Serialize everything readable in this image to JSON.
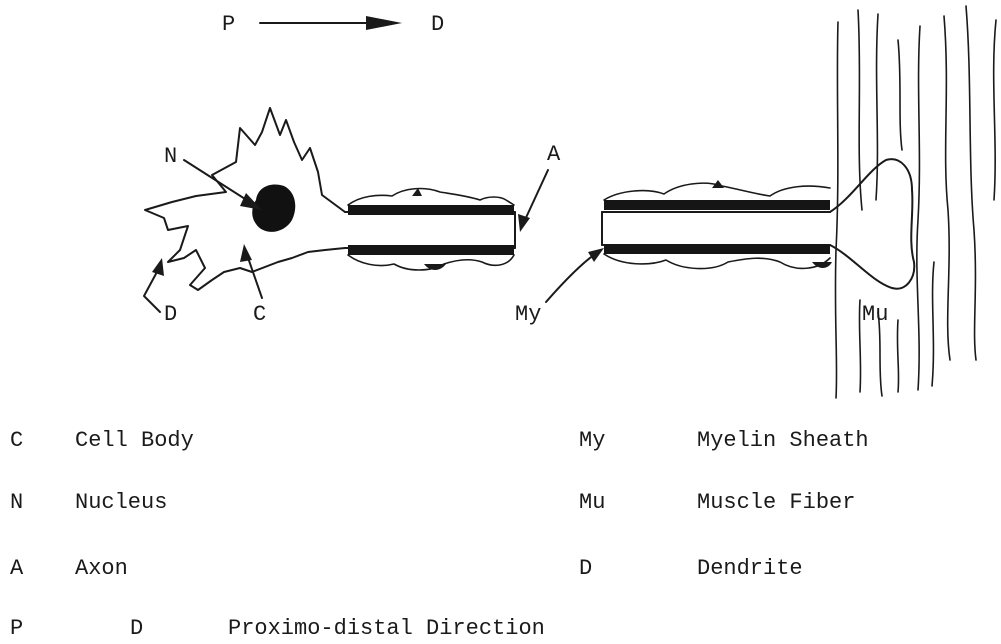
{
  "direction": {
    "from": "P",
    "to": "D"
  },
  "labels": {
    "nucleus": "N",
    "dendrite": "D",
    "cell_body": "C",
    "axon": "A",
    "myelin": "My",
    "muscle": "Mu"
  },
  "legend": [
    {
      "abbr": "C",
      "term": "Cell Body"
    },
    {
      "abbr": "My",
      "term": "Myelin Sheath"
    },
    {
      "abbr": "N",
      "term": "Nucleus"
    },
    {
      "abbr": "Mu",
      "term": "Muscle Fiber"
    },
    {
      "abbr": "A",
      "term": "Axon"
    },
    {
      "abbr": "D",
      "term": "Dendrite"
    }
  ],
  "direction_legend": {
    "from": "P",
    "to": "D",
    "term": "Proximo-distal Direction"
  }
}
